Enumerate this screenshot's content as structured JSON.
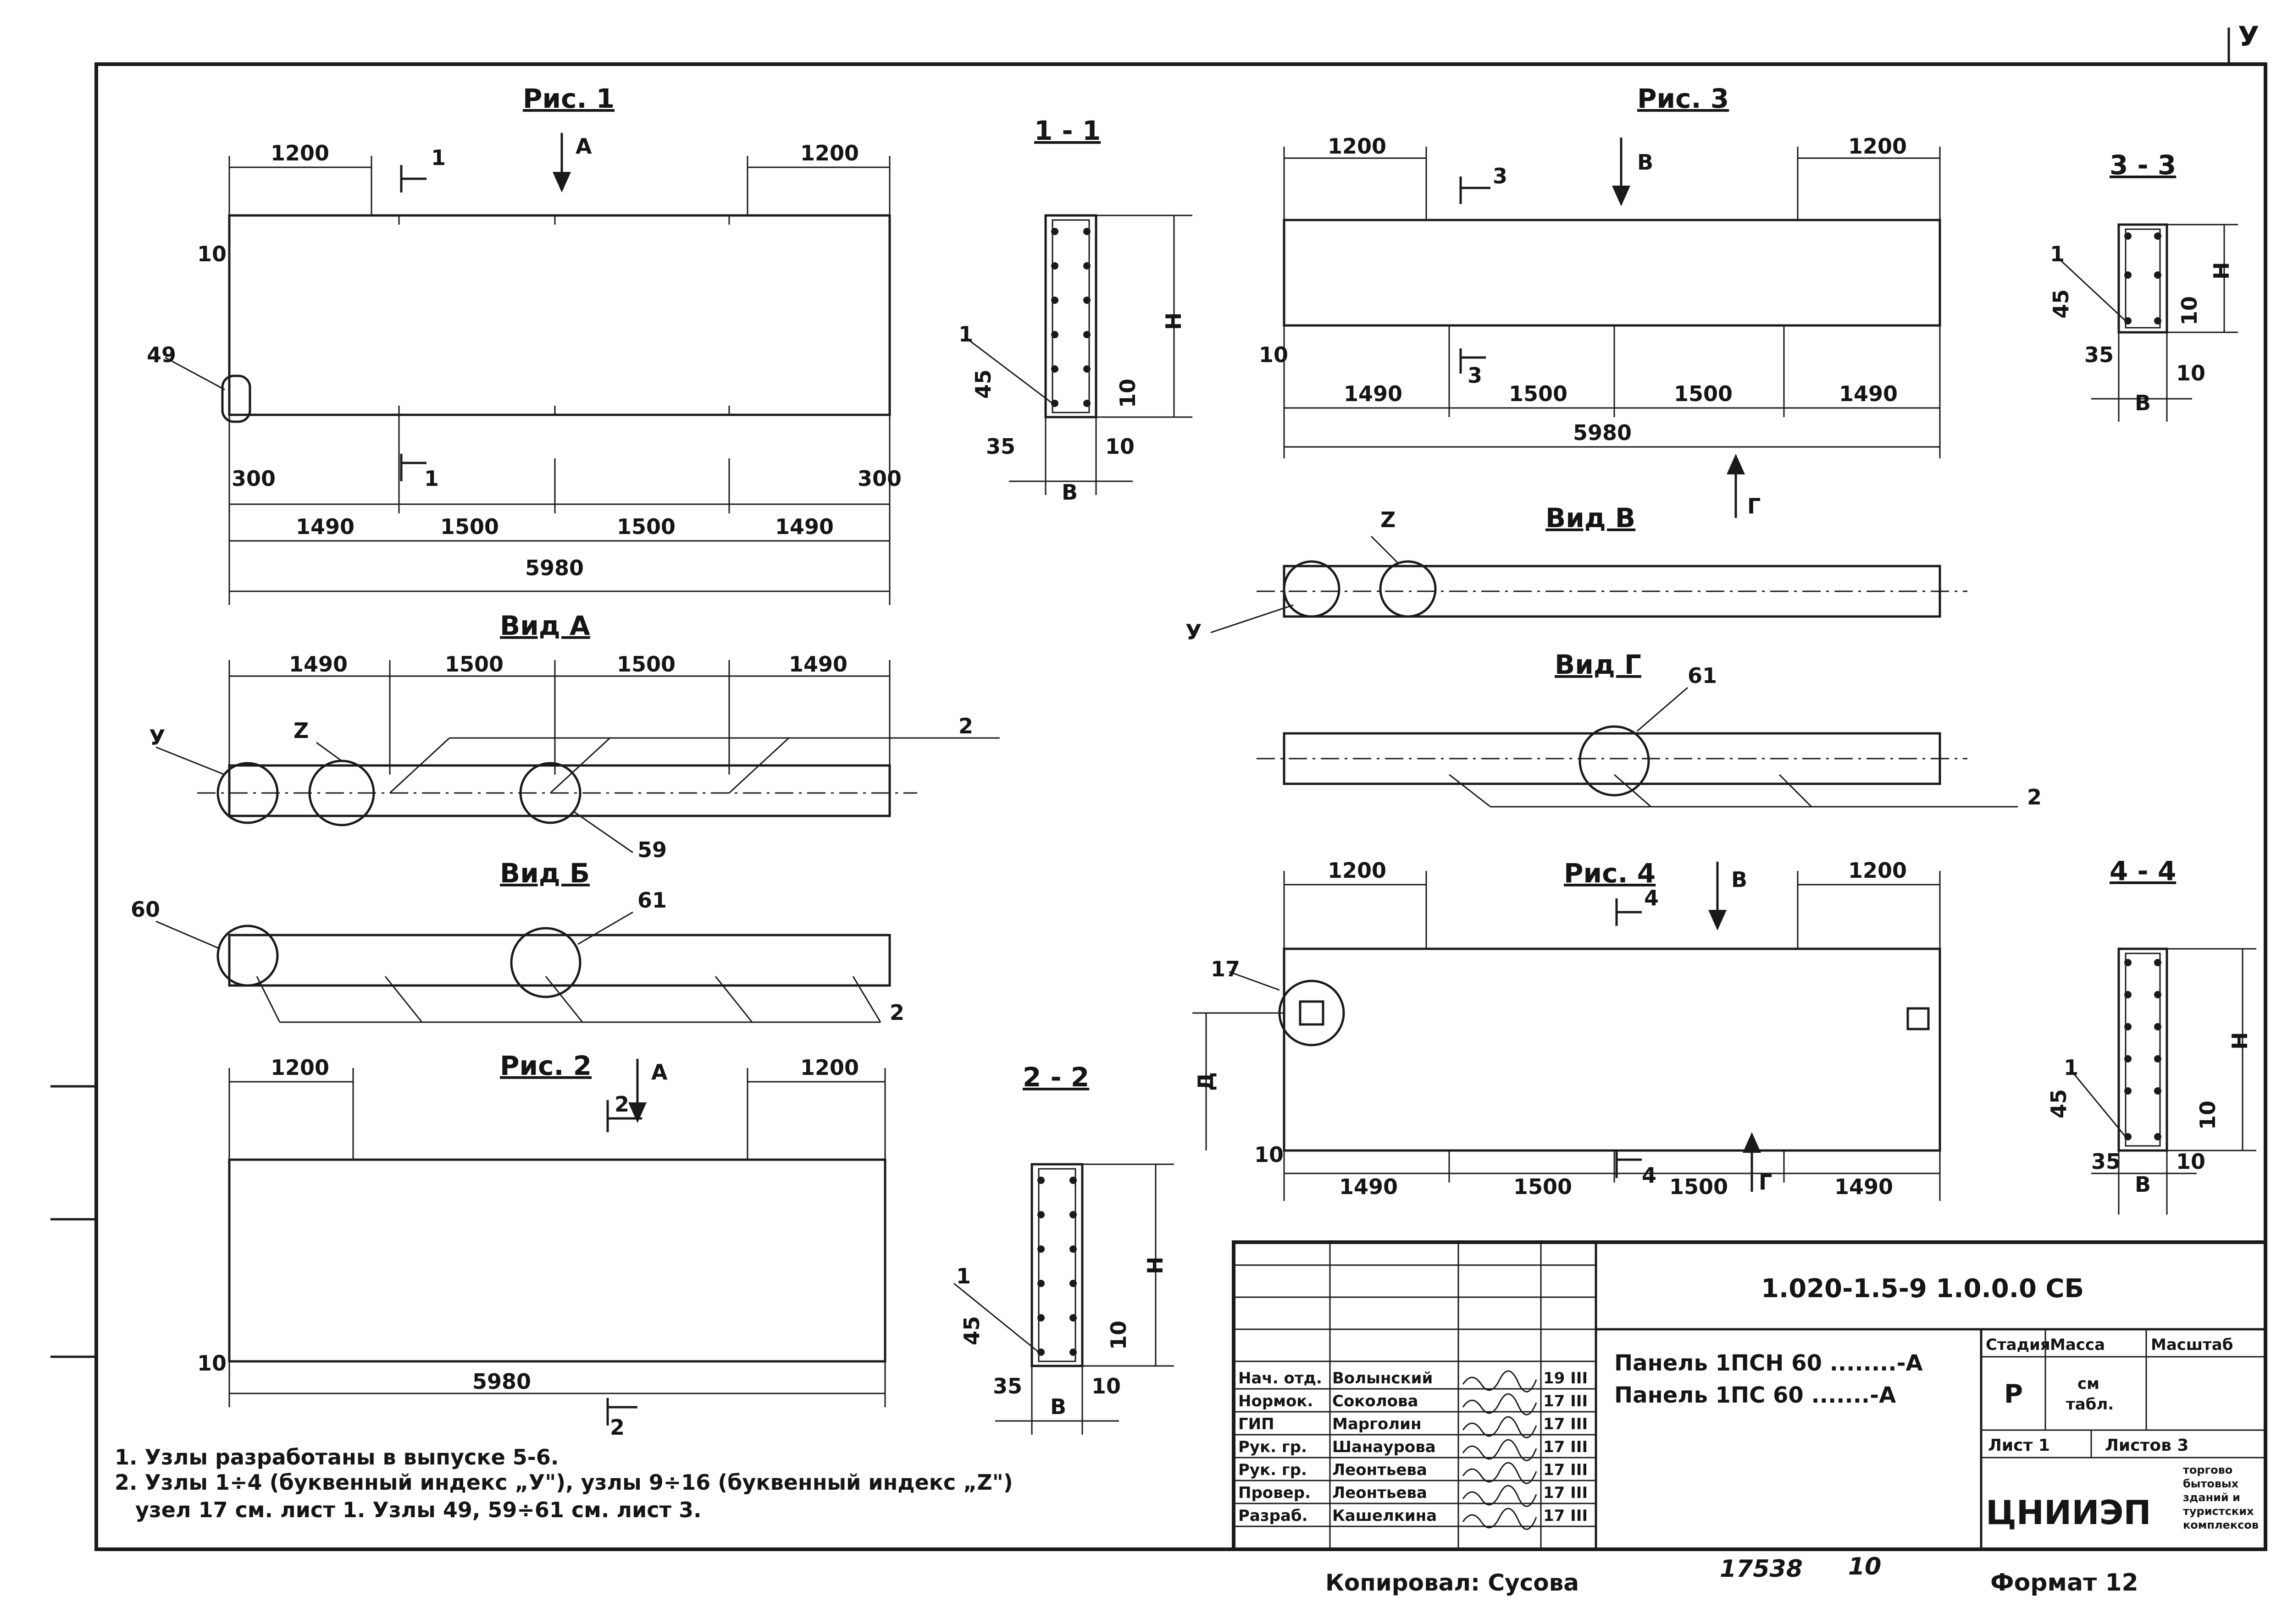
{
  "corner_mark": "У",
  "views": {
    "fig1": "Рис. 1",
    "fig2": "Рис. 2",
    "fig3": "Рис. 3",
    "fig4": "Рис. 4",
    "view_a": "Вид А",
    "view_b": "Вид Б",
    "view_v": "Вид В",
    "view_g": "Вид Г",
    "sec11": "1 - 1",
    "sec22": "2 - 2",
    "sec33": "3 - 3",
    "sec44": "4 - 4"
  },
  "dims": {
    "d1200": "1200",
    "d1490": "1490",
    "d1500": "1500",
    "d5980": "5980",
    "d300": "300",
    "d10": "10",
    "d45": "45",
    "d35": "35",
    "H": "Н",
    "B": "В",
    "D": "Д"
  },
  "marks": {
    "A": "А",
    "V": "В",
    "G": "Г",
    "n1": "1",
    "n2": "2",
    "n3": "3",
    "n4": "4",
    "y": "У",
    "z": "Z",
    "n49": "49",
    "n59": "59",
    "n60": "60",
    "n61": "61",
    "n17": "17"
  },
  "notes": {
    "line1": "1. Узлы разработаны в выпуске  5-6.",
    "line2": "2. Узлы 1÷4 (буквенный индекс „У\"), узлы 9÷16 (буквенный индекс „Z\")",
    "line3": "узел 17  см. лист 1.  Узлы 49, 59÷61  см. лист 3."
  },
  "title_block": {
    "doc_code": "1.020-1.5-9  1.0.0.0 СБ",
    "name1": "Панель 1ПСН 60 ........-А",
    "name2": "Панель 1ПС 60 .......-А",
    "hdr_stage": "Стадия",
    "hdr_mass": "Масса",
    "hdr_scale": "Масштаб",
    "stage": "Р",
    "mass_1": "см",
    "mass_2": "табл.",
    "sheet": "Лист 1",
    "sheets": "Листов 3",
    "org": "ЦНИИЭП",
    "org_desc": [
      "торгово",
      "бытовых",
      "зданий и",
      "туристских",
      "комплексов"
    ],
    "people": [
      {
        "role": "Нач. отд.",
        "name": "Волынский",
        "date": "19 III"
      },
      {
        "role": "Нормок.",
        "name": "Соколова",
        "date": "17 III"
      },
      {
        "role": "ГИП",
        "name": "Марголин",
        "date": "17 III"
      },
      {
        "role": "Рук. гр.",
        "name": "Шанаурова",
        "date": "17 III"
      },
      {
        "role": "Рук. гр.",
        "name": "Леонтьева",
        "date": "17 III"
      },
      {
        "role": "Провер.",
        "name": "Леонтьева",
        "date": "17 III"
      },
      {
        "role": "Разраб.",
        "name": "Кашелкина",
        "date": "17 III"
      }
    ]
  },
  "footer": {
    "copied": "Копировал: Сусова",
    "number": "17538",
    "sheet_no": "10",
    "format": "Формат  12"
  }
}
